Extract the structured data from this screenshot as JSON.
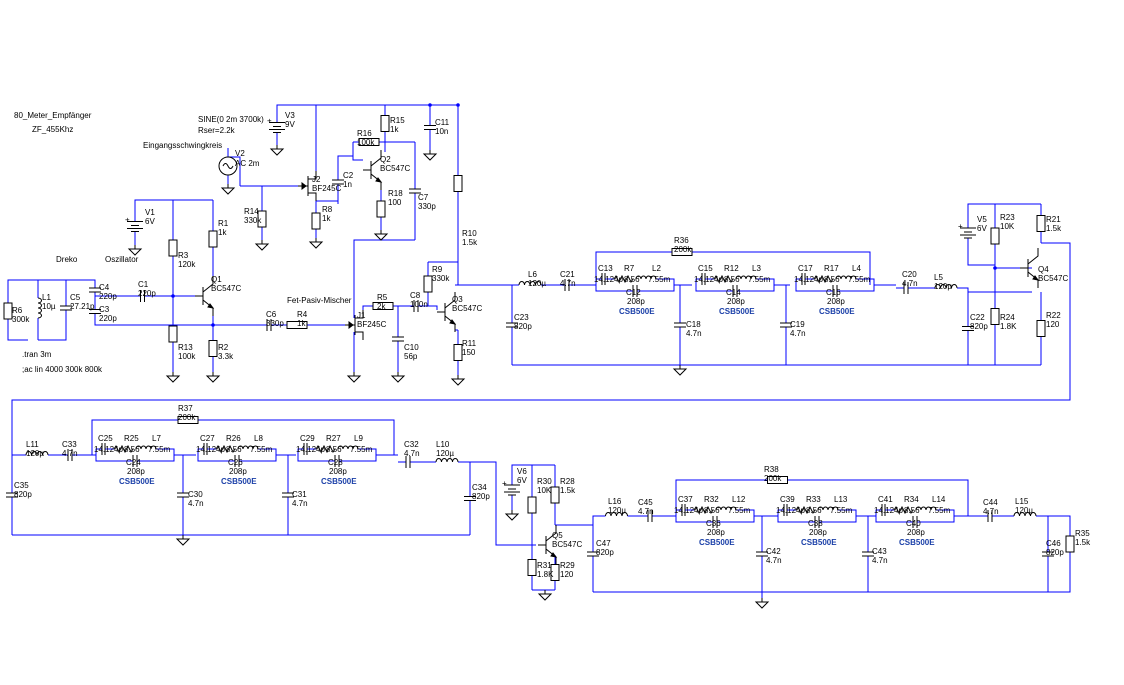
{
  "schematic": {
    "title": "80_Meter_Empfänger",
    "subtitle": "ZF_455Khz",
    "directives": [
      ".tran 3m",
      ";ac lin 4000 300k 800k"
    ],
    "net_labels": [
      "Eingangsschwingkreis",
      "Dreko",
      "Oszillator",
      "Fet-Pasiv-Mischer"
    ],
    "source_v2": {
      "name": "V2",
      "value": "AC 2m",
      "line1": "SINE(0 2m 3700k)",
      "line2": "Rser=2.2k"
    },
    "colors": {
      "wire": "#0000ff",
      "component": "#000000",
      "background": "#ffffff",
      "filter_label": "#1a3fa8",
      "page": "#f0f0f0"
    },
    "components": [
      {
        "ref": "V1",
        "value": "6V"
      },
      {
        "ref": "V3",
        "value": "9V"
      },
      {
        "ref": "V5",
        "value": "6V"
      },
      {
        "ref": "V6",
        "value": "6V"
      },
      {
        "ref": "R1",
        "value": "1k"
      },
      {
        "ref": "R2",
        "value": "3.3k"
      },
      {
        "ref": "R3",
        "value": "120k"
      },
      {
        "ref": "R4",
        "value": "1k"
      },
      {
        "ref": "R5",
        "value": "2k"
      },
      {
        "ref": "R6",
        "value": "300k"
      },
      {
        "ref": "R8",
        "value": "1k"
      },
      {
        "ref": "R9",
        "value": "330k"
      },
      {
        "ref": "R10",
        "value": "1.5k"
      },
      {
        "ref": "R11",
        "value": "150"
      },
      {
        "ref": "R13",
        "value": "100k"
      },
      {
        "ref": "R14",
        "value": "330k"
      },
      {
        "ref": "R15",
        "value": "1k"
      },
      {
        "ref": "R16",
        "value": "100k"
      },
      {
        "ref": "R18",
        "value": "100"
      },
      {
        "ref": "R21",
        "value": "1.5k"
      },
      {
        "ref": "R22",
        "value": "120"
      },
      {
        "ref": "R23",
        "value": "10K"
      },
      {
        "ref": "R24",
        "value": "1.8K"
      },
      {
        "ref": "R28",
        "value": "1.5k"
      },
      {
        "ref": "R29",
        "value": "120"
      },
      {
        "ref": "R30",
        "value": "10K"
      },
      {
        "ref": "R31",
        "value": "1.8K"
      },
      {
        "ref": "R35",
        "value": "1.5k"
      },
      {
        "ref": "R36",
        "value": "200k"
      },
      {
        "ref": "R37",
        "value": "200k"
      },
      {
        "ref": "R38",
        "value": "200k"
      },
      {
        "ref": "C1",
        "value": "220p"
      },
      {
        "ref": "C2",
        "value": "1n"
      },
      {
        "ref": "C3",
        "value": "220p"
      },
      {
        "ref": "C4",
        "value": "220p"
      },
      {
        "ref": "C5",
        "value": "27.21p"
      },
      {
        "ref": "C6",
        "value": "330p"
      },
      {
        "ref": "C7",
        "value": "330p"
      },
      {
        "ref": "C8",
        "value": "100n"
      },
      {
        "ref": "C10",
        "value": "56p"
      },
      {
        "ref": "C11",
        "value": "10n"
      },
      {
        "ref": "C18",
        "value": "4.7n"
      },
      {
        "ref": "C19",
        "value": "4.7n"
      },
      {
        "ref": "C20",
        "value": "4.7n"
      },
      {
        "ref": "C21",
        "value": "4.7n"
      },
      {
        "ref": "C22",
        "value": "820p"
      },
      {
        "ref": "C23",
        "value": "820p"
      },
      {
        "ref": "C30",
        "value": "4.7n"
      },
      {
        "ref": "C31",
        "value": "4.7n"
      },
      {
        "ref": "C32",
        "value": "4.7n"
      },
      {
        "ref": "C33",
        "value": "4.7n"
      },
      {
        "ref": "C34",
        "value": "820p"
      },
      {
        "ref": "C35",
        "value": "820p"
      },
      {
        "ref": "C42",
        "value": "4.7n"
      },
      {
        "ref": "C43",
        "value": "4.7n"
      },
      {
        "ref": "C44",
        "value": "4.7n"
      },
      {
        "ref": "C45",
        "value": "4.7n"
      },
      {
        "ref": "C46",
        "value": "820p"
      },
      {
        "ref": "C47",
        "value": "820p"
      },
      {
        "ref": "L1",
        "value": "10µ"
      },
      {
        "ref": "L5",
        "value": "120µ"
      },
      {
        "ref": "L6",
        "value": "120µ"
      },
      {
        "ref": "L10",
        "value": "120µ"
      },
      {
        "ref": "L11",
        "value": "120µ"
      },
      {
        "ref": "L15",
        "value": "120µ"
      },
      {
        "ref": "L16",
        "value": "120µ"
      },
      {
        "ref": "Q1",
        "value": "BC547C"
      },
      {
        "ref": "Q2",
        "value": "BC547C"
      },
      {
        "ref": "Q3",
        "value": "BC547C"
      },
      {
        "ref": "Q4",
        "value": "BC547C"
      },
      {
        "ref": "Q5",
        "value": "BC547C"
      },
      {
        "ref": "J1",
        "value": "BF245C"
      },
      {
        "ref": "J2",
        "value": "BF245C"
      }
    ],
    "filters": [
      {
        "label": "CSB500E",
        "cs": "C13",
        "r": "R7",
        "l": "L2",
        "cp": "C12",
        "cs_val": "14.124p",
        "r_val": "8.56",
        "l_val": "7.55m",
        "cp_val": "208p"
      },
      {
        "label": "CSB500E",
        "cs": "C15",
        "r": "R12",
        "l": "L3",
        "cp": "C14",
        "cs_val": "14.124p",
        "r_val": "8.56",
        "l_val": "7.55m",
        "cp_val": "208p"
      },
      {
        "label": "CSB500E",
        "cs": "C17",
        "r": "R17",
        "l": "L4",
        "cp": "C16",
        "cs_val": "14.124p",
        "r_val": "8.56",
        "l_val": "7.55m",
        "cp_val": "208p"
      },
      {
        "label": "CSB500E",
        "cs": "C25",
        "r": "R25",
        "l": "L7",
        "cp": "C24",
        "cs_val": "14.124p",
        "r_val": "8.56",
        "l_val": "7.55m",
        "cp_val": "208p"
      },
      {
        "label": "CSB500E",
        "cs": "C27",
        "r": "R26",
        "l": "L8",
        "cp": "C26",
        "cs_val": "14.124p",
        "r_val": "8.56",
        "l_val": "7.55m",
        "cp_val": "208p"
      },
      {
        "label": "CSB500E",
        "cs": "C29",
        "r": "R27",
        "l": "L9",
        "cp": "C28",
        "cs_val": "14.124p",
        "r_val": "8.56",
        "l_val": "7.55m",
        "cp_val": "208p"
      },
      {
        "label": "CSB500E",
        "cs": "C37",
        "r": "R32",
        "l": "L12",
        "cp": "C36",
        "cs_val": "14.124p",
        "r_val": "8.56",
        "l_val": "7.55m",
        "cp_val": "208p"
      },
      {
        "label": "CSB500E",
        "cs": "C39",
        "r": "R33",
        "l": "L13",
        "cp": "C38",
        "cs_val": "14.124p",
        "r_val": "8.56",
        "l_val": "7.55m",
        "cp_val": "208p"
      },
      {
        "label": "CSB500E",
        "cs": "C41",
        "r": "R34",
        "l": "L14",
        "cp": "C40",
        "cs_val": "14.124p",
        "r_val": "8.56",
        "l_val": "7.55m",
        "cp_val": "208p"
      }
    ]
  }
}
